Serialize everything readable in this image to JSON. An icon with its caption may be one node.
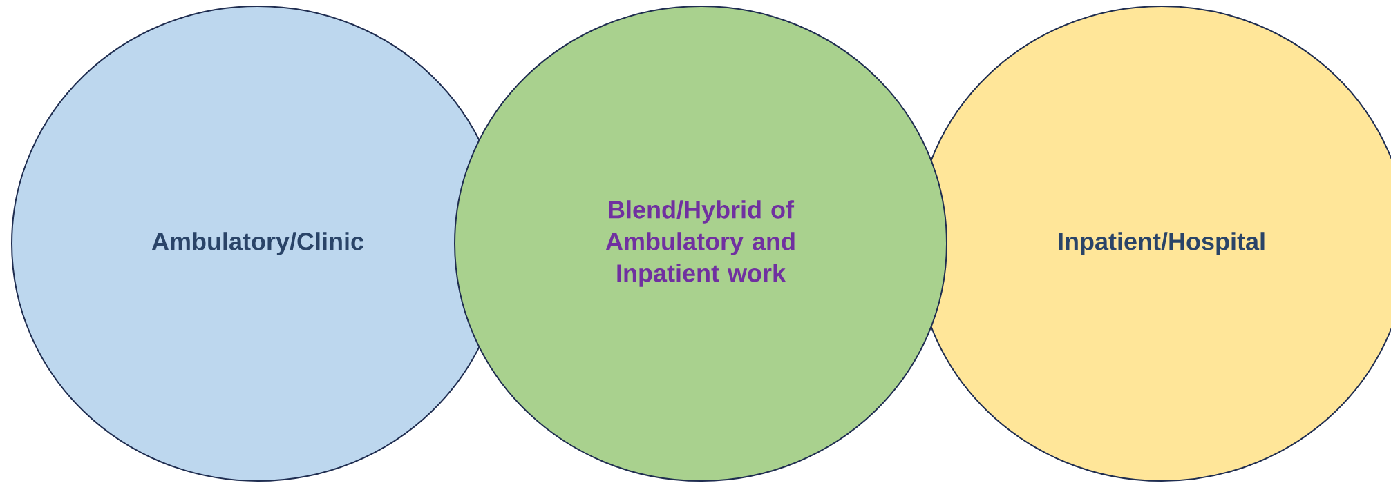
{
  "diagram": {
    "nodes": [
      {
        "text": [
          "Ambulatory/Clinic"
        ]
      },
      {
        "text": [
          "Blend/Hybrid of Ambulatory and Inpatient work"
        ]
      },
      {
        "text": [
          "Inpatient/Hospital"
        ]
      }
    ]
  }
}
